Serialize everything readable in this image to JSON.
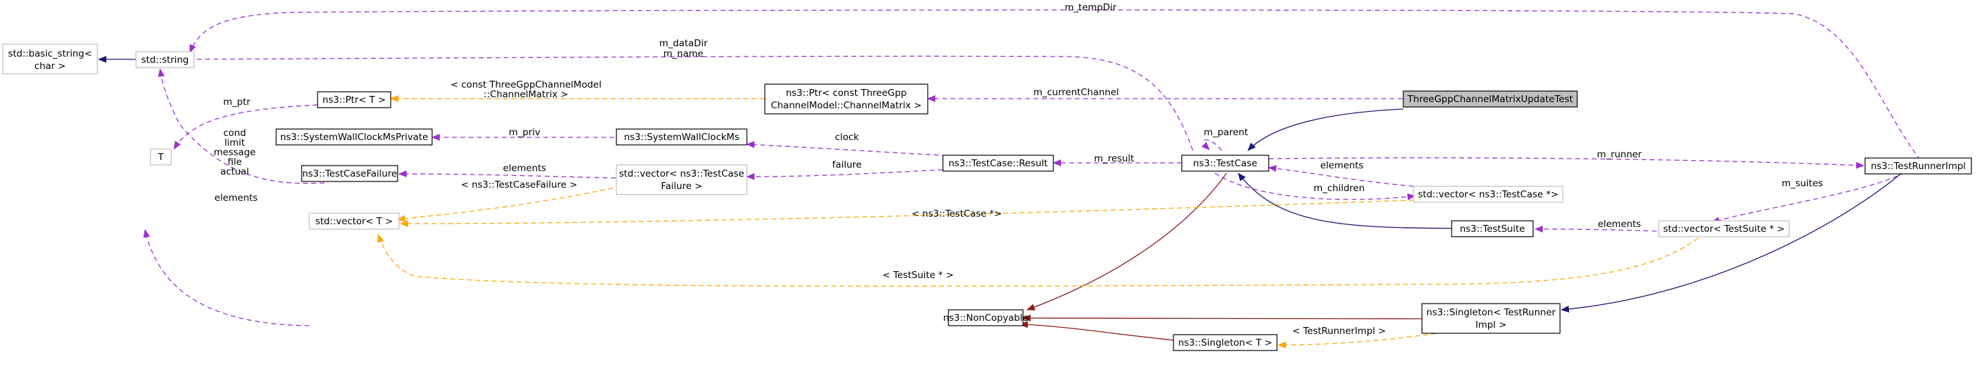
{
  "colors": {
    "inheritance": "#191970",
    "private_inheritance": "#8b1a1a",
    "usage": "#9a32cd",
    "template": "#ffa500",
    "focus_fill": "#bfbfbf",
    "template_border": "#bfbfbf"
  },
  "nodes": {
    "basic_string": [
      "std::basic_string<",
      "char >"
    ],
    "std_string": [
      "std::string"
    ],
    "T": [
      "T"
    ],
    "ptr_t": [
      "ns3::Ptr< T >"
    ],
    "ptr_channel": [
      "ns3::Ptr< const ThreeGpp",
      "ChannelModel::ChannelMatrix >"
    ],
    "focus": [
      "ThreeGppChannelMatrixUpdateTest"
    ],
    "wallclock_private": [
      "ns3::SystemWallClockMsPrivate"
    ],
    "wallclock": [
      "ns3::SystemWallClockMs"
    ],
    "testcase_failure": [
      "ns3::TestCaseFailure"
    ],
    "vector_failure": [
      "std::vector< ns3::TestCase",
      "Failure >"
    ],
    "testcase_result": [
      "ns3::TestCase::Result"
    ],
    "testcase": [
      "ns3::TestCase"
    ],
    "testrunner_impl": [
      "ns3::TestRunnerImpl"
    ],
    "vector_testcase": [
      "std::vector< ns3::TestCase *>"
    ],
    "vector_t": [
      "std::vector< T >"
    ],
    "testsuite": [
      "ns3::TestSuite"
    ],
    "vector_testsuite": [
      "std::vector< TestSuite * >"
    ],
    "noncopyable": [
      "ns3::NonCopyable"
    ],
    "singleton_runner": [
      "ns3::Singleton< TestRunner",
      "Impl >"
    ],
    "singleton_t": [
      "ns3::Singleton< T >"
    ]
  },
  "edge_labels": {
    "m_tempDir": [
      "m_tempDir"
    ],
    "m_dataDir_name": [
      "m_dataDir",
      "m_name"
    ],
    "ptr_template": [
      "< const ThreeGppChannelModel",
      "::ChannelMatrix >"
    ],
    "m_currentChannel": [
      "m_currentChannel"
    ],
    "m_ptr": [
      "m_ptr"
    ],
    "failure_fields": [
      "cond",
      "limit",
      "message",
      "file",
      "actual"
    ],
    "m_priv": [
      "m_priv"
    ],
    "m_parent": [
      "m_parent"
    ],
    "clock": [
      "clock"
    ],
    "vector_failure_elements": [
      "elements"
    ],
    "failure": [
      "failure"
    ],
    "m_result": [
      "m_result"
    ],
    "m_runner": [
      "m_runner"
    ],
    "vector_testcase_elements": [
      "elements"
    ],
    "vector_t_elements": [
      "elements"
    ],
    "testcasefailure_template": [
      "< ns3::TestCaseFailure >"
    ],
    "m_children": [
      "m_children"
    ],
    "m_suites": [
      "m_suites"
    ],
    "testcase_ptr_template": [
      "< ns3::TestCase *>"
    ],
    "vector_testsuite_elements": [
      "elements"
    ],
    "testsuite_ptr_template": [
      "< TestSuite * >"
    ],
    "testrunnerimpl_template": [
      "< TestRunnerImpl >"
    ]
  }
}
